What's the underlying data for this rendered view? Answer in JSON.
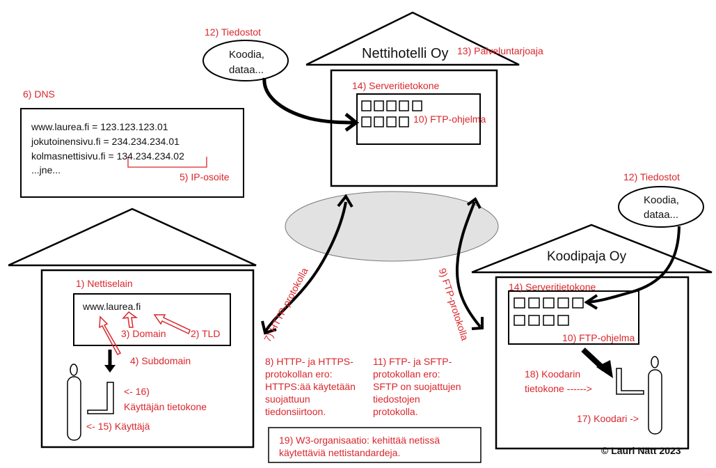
{
  "labels": {
    "tiedostot_top": "12) Tiedostot",
    "tiedostot_right": "12) Tiedostot",
    "koodia_top": "Koodia,",
    "dataa_top": "dataa...",
    "koodia_right": "Koodia,",
    "dataa_right": "dataa...",
    "nettihotelli": "Nettihotelli Oy",
    "palveluntarjoaja": "13) Palveluntarjoaja",
    "serveri_top": "14) Serveritietokone",
    "ftp_ohjelma_top": "10) FTP-ohjelma",
    "dns": "6) DNS",
    "dns_line1": "www.laurea.fi = 123.123.123.01",
    "dns_line2": "jokutoinensivu.fi = 234.234.234.01",
    "dns_line3_a": "kolmasnettisivu.fi = ",
    "dns_line3_b": "134.234.234.02",
    "dns_line4": "...jne...",
    "ip_osoite": "5) IP-osoite",
    "nettiselain": "1) Nettiselain",
    "url": "www.laurea.fi",
    "domain": "3) Domain",
    "tld": "2) TLD",
    "subdomain": "4) Subdomain",
    "kayttajan_arrow": "<- 16)",
    "kayttajan_tietokone": "Käyttäjän tietokone",
    "kayttaja": "<- 15) Käyttäjä",
    "http_protokolla": "7) HTTP-protokolla",
    "ftp_protokolla": "9) FTP-protokolla",
    "http_ero": "8) HTTP- ja HTTPS-protokollan ero: HTTPS:ää käytetään suojattuun tiedonsiirtoon.",
    "ftp_ero": "11) FTP- ja SFTP-protokollan ero: SFTP on suojattujen tiedostojen protokolla.",
    "w3": "19) W3-organisaatio: kehittää netissä käytettäviä nettistandardeja.",
    "koodipaja": "Koodipaja Oy",
    "serveri_right": "14) Serveritietokone",
    "ftp_ohjelma_right": "10) FTP-ohjelma",
    "koodarin_tietokone": "18) Koodarin tietokone ------>",
    "koodari": "17) Koodari ->",
    "copyright": "© Lauri Nätt 2023"
  },
  "colors": {
    "annotation": "#d9262c",
    "ink": "#000000",
    "cloud_fill": "#e2e2e2"
  }
}
